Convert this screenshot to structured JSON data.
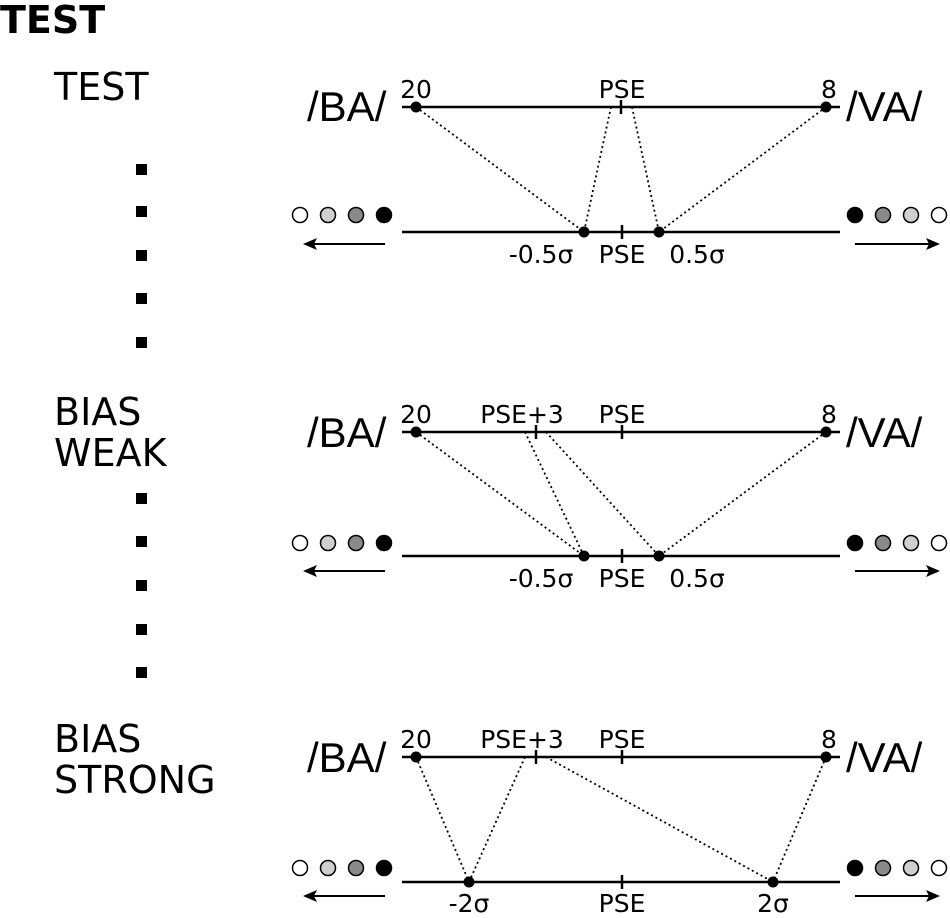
{
  "heading": "TEST",
  "panels": [
    {
      "label_lines": [
        "TEST"
      ],
      "left_phoneme": "/BA/",
      "right_phoneme": "/VA/",
      "top_left_value": "20",
      "top_right_value": "8",
      "top_pse_label": "PSE",
      "top_shift_label": "",
      "bottom_left_label": "-0.5σ",
      "bottom_pse_label": "PSE",
      "bottom_right_label": "0.5σ"
    },
    {
      "label_lines": [
        "BIAS",
        "WEAK"
      ],
      "left_phoneme": "/BA/",
      "right_phoneme": "/VA/",
      "top_left_value": "20",
      "top_right_value": "8",
      "top_pse_label": "PSE",
      "top_shift_label": "PSE+3",
      "bottom_left_label": "-0.5σ",
      "bottom_pse_label": "PSE",
      "bottom_right_label": "0.5σ"
    },
    {
      "label_lines": [
        "BIAS",
        "STRONG"
      ],
      "left_phoneme": "/BA/",
      "right_phoneme": "/VA/",
      "top_left_value": "20",
      "top_right_value": "8",
      "top_pse_label": "PSE",
      "top_shift_label": "PSE+3",
      "bottom_left_label": "-2σ",
      "bottom_pse_label": "PSE",
      "bottom_right_label": "2σ"
    }
  ],
  "response_scale_left": [
    "white",
    "lightgray",
    "gray",
    "black"
  ],
  "response_scale_right": [
    "black",
    "gray",
    "lightgray",
    "white"
  ],
  "colors": {
    "white": "#ffffff",
    "lightgray": "#cfcfcf",
    "gray": "#8a8a8a",
    "black": "#000000"
  }
}
